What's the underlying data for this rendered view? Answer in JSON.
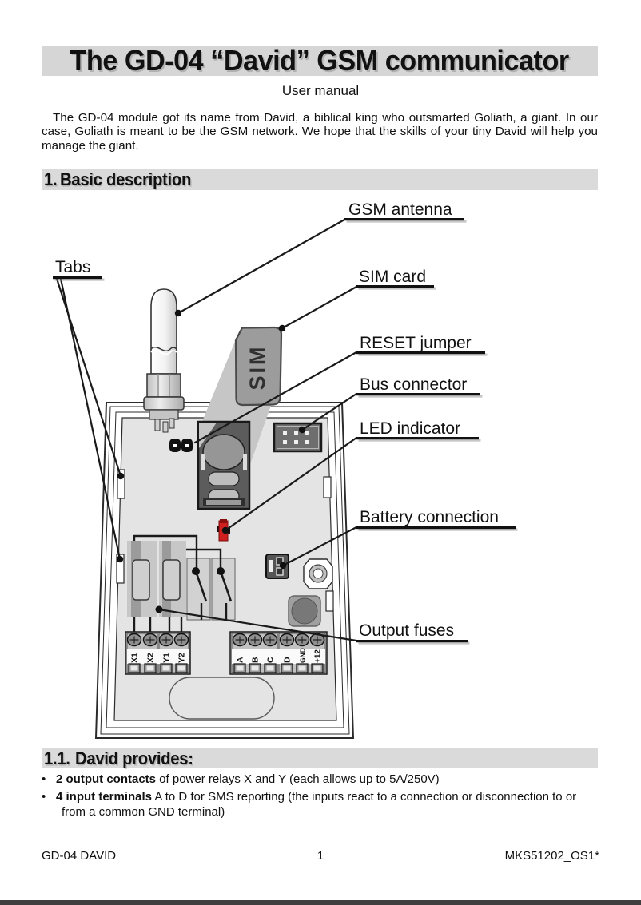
{
  "page": {
    "title": "The GD-04 “David” GSM communicator",
    "subtitle": "User manual",
    "intro": "The GD-04 module got its name from David, a biblical king who outsmarted Goliath, a giant. In our case, Goliath is meant to be the GSM network. We hope that the skills of your tiny David will help you manage the giant."
  },
  "section1": {
    "number": "1.",
    "title": "Basic description"
  },
  "diagram": {
    "labels": {
      "gsm_antenna": "GSM antenna",
      "tabs": "Tabs",
      "sim_card": "SIM card",
      "reset_jumper": "RESET jumper",
      "bus_connector": "Bus connector",
      "led_indicator": "LED indicator",
      "battery_connection": "Battery connection",
      "output_fuses": "Output fuses"
    },
    "sim_text": "SIM",
    "terminals_left": [
      "X1",
      "X2",
      "Y1",
      "Y2"
    ],
    "terminals_right": [
      "A",
      "B",
      "C",
      "D",
      "GND",
      "+12"
    ],
    "led_color": "#cf1f1f"
  },
  "section11": {
    "number": "1.1.",
    "title": "David provides:"
  },
  "bullets": [
    {
      "bold": "2 output contacts",
      "rest": " of power relays X and Y (each allows up to 5A/250V)"
    },
    {
      "bold": "4 input terminals",
      "rest": " A to D for SMS reporting (the inputs react to a connection or disconnection to or from a common GND terminal)"
    }
  ],
  "footer": {
    "left": "GD-04 DAVID",
    "page": "1",
    "right": "MKS51202_OS1*"
  }
}
